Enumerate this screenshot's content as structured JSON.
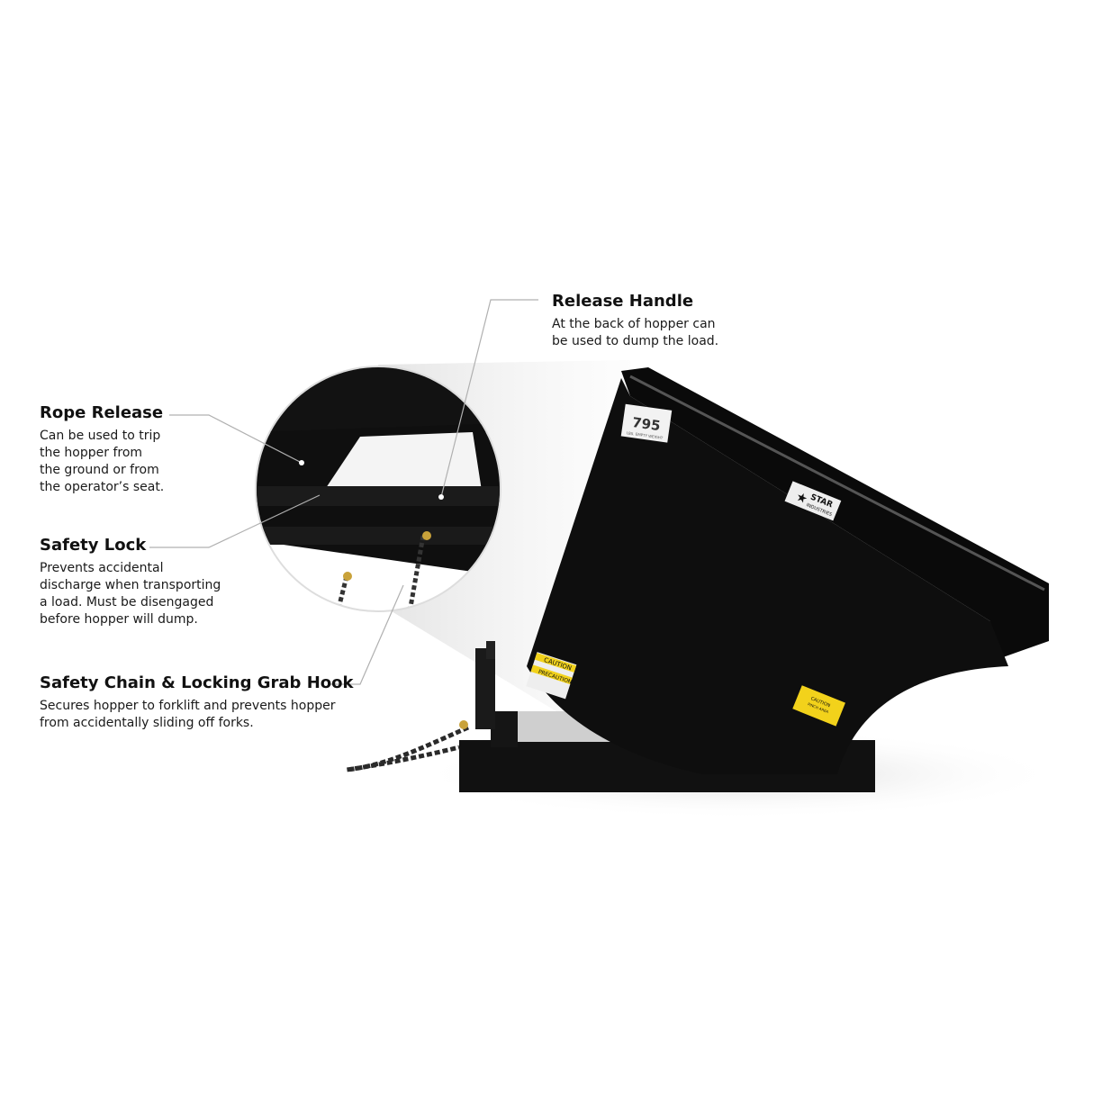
{
  "callouts": {
    "release_handle": {
      "title": "Release Handle",
      "lines": [
        "At the back of hopper can",
        "be used to dump the load."
      ]
    },
    "rope_release": {
      "title": "Rope Release",
      "lines": [
        "Can be used to trip",
        "the hopper from",
        "the ground or from",
        "the operator’s seat."
      ]
    },
    "safety_lock": {
      "title": "Safety Lock",
      "lines": [
        "Prevents accidental",
        "discharge when transporting",
        "a load. Must be disengaged",
        "before hopper will dump."
      ]
    },
    "safety_chain": {
      "title": "Safety Chain & Locking Grab Hook",
      "lines": [
        "Secures hopper to forklift and prevents hopper",
        "from accidentally sliding off forks."
      ]
    }
  },
  "product_labels": {
    "weight_number": "795",
    "weight_caption": "LBS. EMPTY WEIGHT",
    "brand_top": "STAR",
    "brand_bottom": "INDUSTRIES",
    "caution_left_1": "CAUTION",
    "caution_left_2": "PRECAUTION",
    "caution_right_1": "CAUTION",
    "caution_right_2": "PINCH AREA"
  },
  "colors": {
    "hopper": "#0c0c0c",
    "label_yellow": "#f2d21b",
    "leader_line": "#b0b0b0"
  }
}
